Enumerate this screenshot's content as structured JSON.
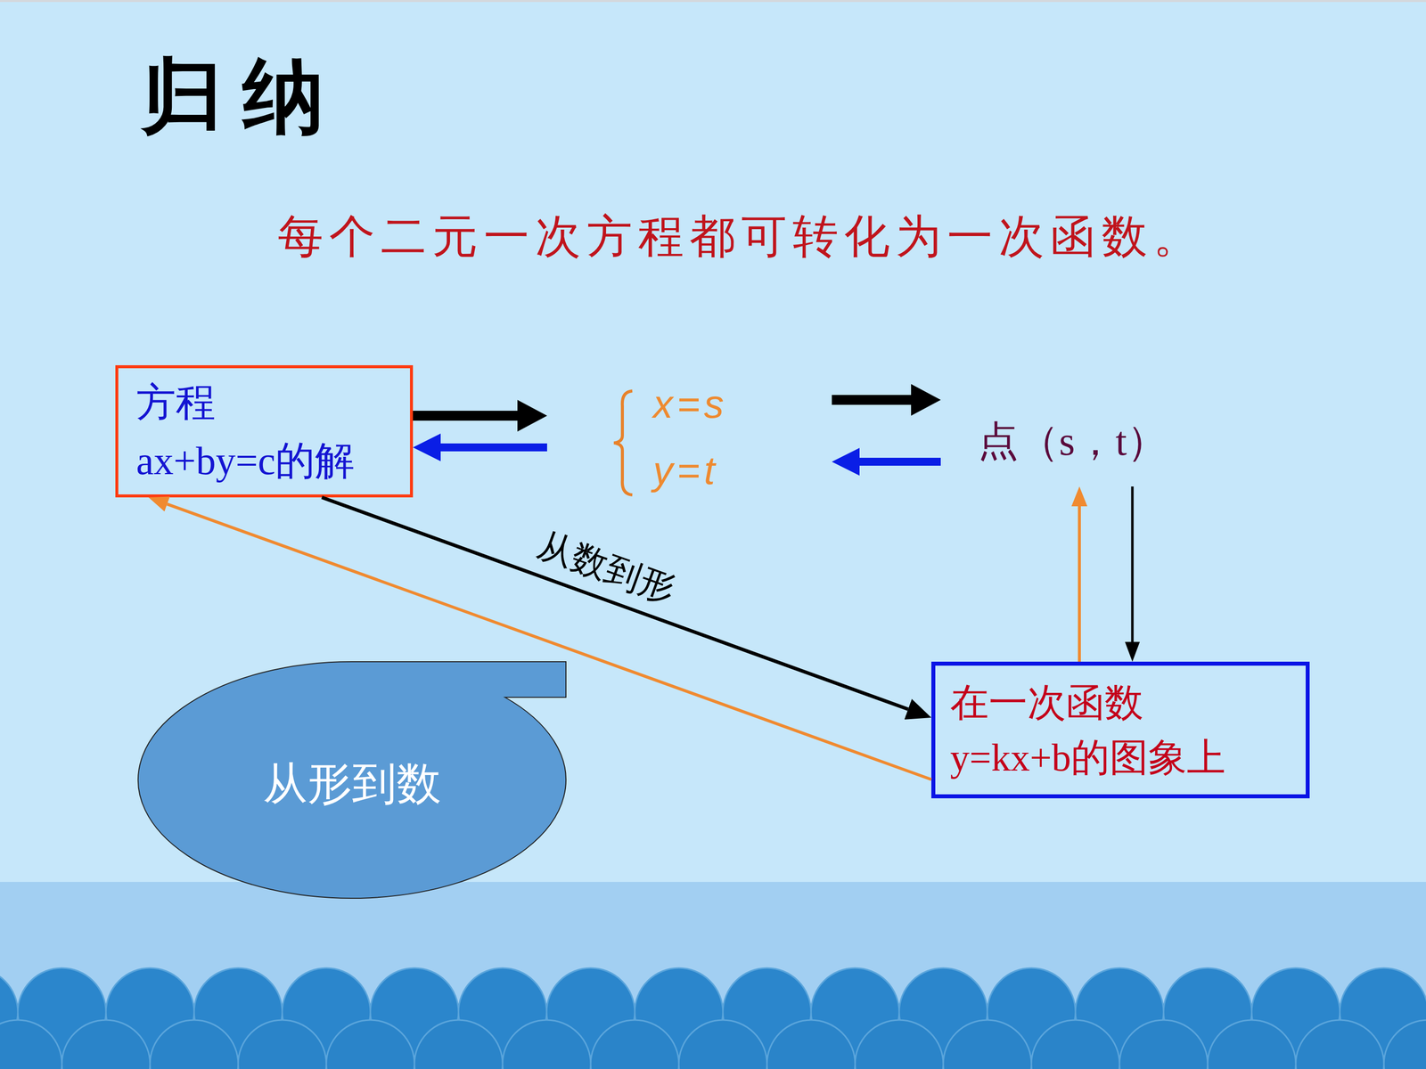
{
  "diagram": {
    "title": "归纳",
    "nodes": [
      {
        "text": [
          "方程 ax+by=c的解"
        ]
      },
      {
        "text": [
          "x=s y=t"
        ]
      },
      {
        "text": [
          "点（s，t）"
        ]
      },
      {
        "text": [
          "在一次函数 y=kx+b的图象上"
        ]
      },
      {
        "text": [
          "从形到数"
        ]
      }
    ],
    "edges": [
      {
        "from": 0,
        "to": 1,
        "arrow": "to"
      },
      {
        "from": 1,
        "to": 0,
        "arrow": "to"
      },
      {
        "from": 1,
        "to": 2,
        "arrow": "to"
      },
      {
        "from": 2,
        "to": 1,
        "arrow": "to"
      },
      {
        "from": 2,
        "to": 3,
        "arrow": "to"
      },
      {
        "from": 3,
        "to": 2,
        "arrow": "to"
      },
      {
        "from": 0,
        "to": 3,
        "label": "从数到形",
        "arrow": "to"
      },
      {
        "from": 3,
        "to": 0,
        "arrow": "to"
      }
    ],
    "labels": [
      "每个二元一次方程都可转化为一次函数。"
    ]
  }
}
